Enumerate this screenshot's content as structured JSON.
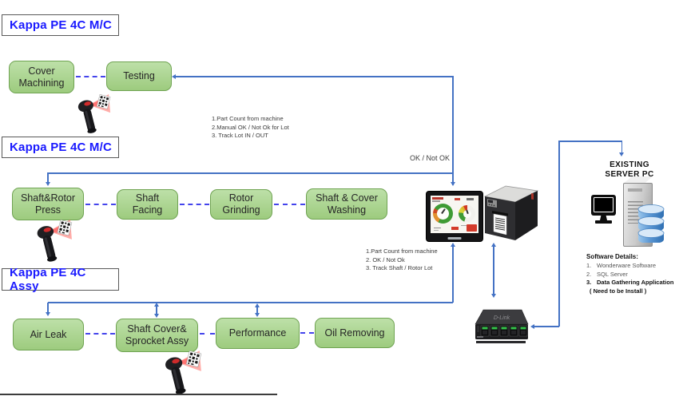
{
  "palette": {
    "connector_blue": "#4472C4",
    "dashed_blue": "#4444EC",
    "box_green": "#A9D18E",
    "box_green_border": "#6FA352",
    "header_blue": "#1A1AFF"
  },
  "section_headers": [
    {
      "label": "Kappa PE 4C M/C"
    },
    {
      "label": "Kappa PE 4C M/C"
    },
    {
      "label": "Kappa PE 4C Assy"
    }
  ],
  "process_rows": [
    {
      "boxes": [
        {
          "label": "Cover Machining"
        },
        {
          "label": "Testing"
        }
      ]
    },
    {
      "boxes": [
        {
          "label": "Shaft&Rotor Press"
        },
        {
          "label": "Shaft Facing"
        },
        {
          "label": "Rotor Grinding"
        },
        {
          "label": "Shaft & Cover Washing"
        }
      ]
    },
    {
      "boxes": [
        {
          "label": "Air Leak"
        },
        {
          "label": "Shaft Cover& Sprocket Assy"
        },
        {
          "label": "Performance"
        },
        {
          "label": "Oil Removing"
        }
      ]
    }
  ],
  "annotations": {
    "machining_note": {
      "lines": [
        "1.Part Count from machine",
        "2.Manual OK / Not Ok for Lot",
        "3. Track Lot IN / OUT"
      ]
    },
    "assembly_note": {
      "lines": [
        "1.Part Count from machine",
        "2. OK / Not Ok",
        "3. Track Shaft / Rotor Lot"
      ]
    },
    "ok_label": "OK / Not OK"
  },
  "server": {
    "title_line1": "EXISTING",
    "title_line2": "SERVER  PC",
    "software_heading": "Software Details:",
    "software_items": [
      {
        "num": "1.",
        "text": "Wonderware Software"
      },
      {
        "num": "2.",
        "text": "SQL Server"
      },
      {
        "num": "3.",
        "text": "Data Gathering Application"
      }
    ],
    "software_note": "( Need to be Install )"
  },
  "devices": {
    "switch_brand": "D-Link"
  }
}
